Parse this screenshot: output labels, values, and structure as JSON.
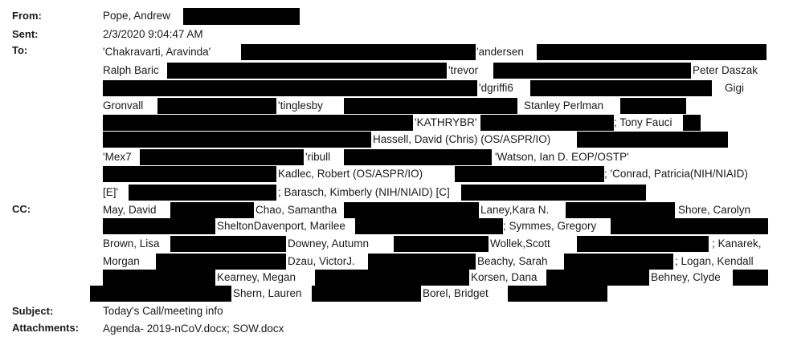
{
  "labels": {
    "from": "From:",
    "sent": "Sent:",
    "to": "To:",
    "cc": "CC:",
    "subject": "Subject:",
    "attachments": "Attachments:"
  },
  "from": "Pope, Andrew",
  "sent": "2/3/2020 9:04:47 AM",
  "to": {
    "r1a": "'Chakravarti, Aravinda'",
    "r1b": "'andersen",
    "r2a": "Ralph Baric",
    "r2b": "'trevor",
    "r2c": "Peter Daszak",
    "r3a": "'dgriffi6",
    "r3b": "Gigi",
    "r4a": "Gronvall",
    "r4b": "'tinglesby",
    "r4c": "Stanley Perlman",
    "r5a": "'KATHRYBR'",
    "r5b": "; Tony Fauci",
    "r6a": "Hassell, David (Chris) (OS/ASPR/IO)",
    "r7a": "'Mex7",
    "r7b": "'ribull",
    "r7c": "'Watson, Ian D. EOP/OSTP'",
    "r8a": "Kadlec, Robert (OS/ASPR/IO)",
    "r8b": "; 'Conrad, Patricia(NIH/NIAID)",
    "r9a": "[E]'",
    "r9b": "; Barasch, Kimberly (NIH/NIAID) [C]"
  },
  "cc": {
    "r1a": "May, David",
    "r1b": "Chao, Samantha",
    "r1c": "Laney,Kara N.",
    "r1d": "Shore, Carolyn",
    "r2a": "SheltonDavenport, Marilee",
    "r2b": "; Symmes, Gregory",
    "r3a": "Brown, Lisa",
    "r3b": "Downey, Autumn",
    "r3c": "Wollek,Scott",
    "r3d": "; Kanarek,",
    "r4a": "Morgan",
    "r4b": "Dzau, VictorJ.",
    "r4c": "Beachy, Sarah",
    "r4d": "; Logan, Kendall",
    "r5a": "Kearney, Megan",
    "r5b": "Korsen, Dana",
    "r5c": "Behney, Clyde",
    "r6a": "Shern, Lauren",
    "r6b": "Borel, Bridget"
  },
  "subject": "Today's Call/meeting info",
  "attachments": "Agenda- 2019-nCoV.docx; SOW.docx"
}
